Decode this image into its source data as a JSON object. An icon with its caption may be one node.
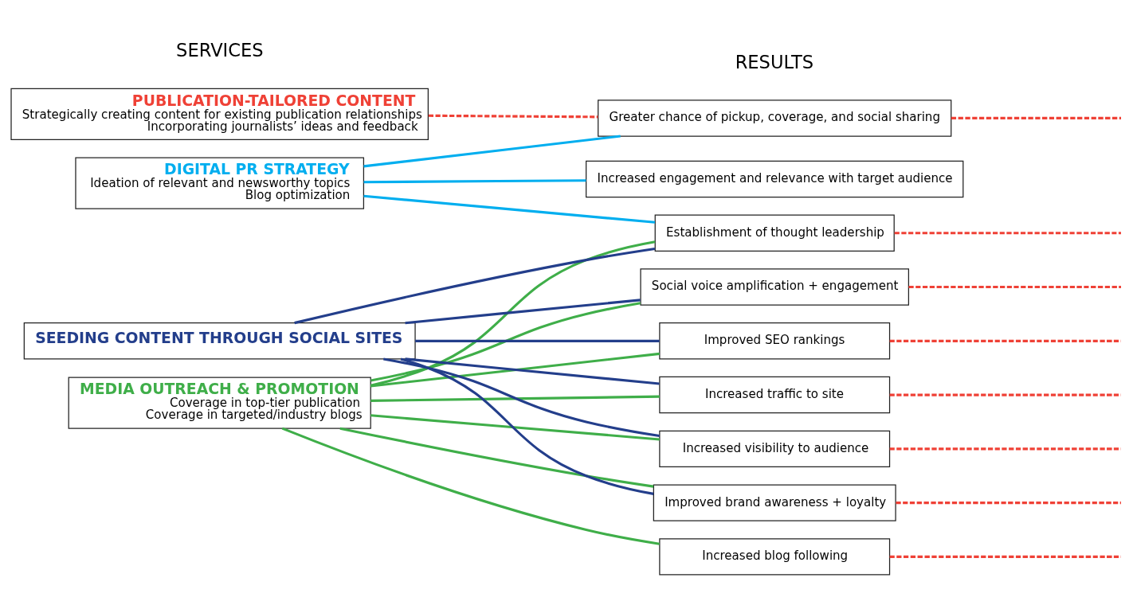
{
  "diagram": {
    "nodes": [
      {
        "text": [
          "DIGITAL PR STRATEGY",
          "Ideation of relevant and newsworthy topics",
          "Blog optimization"
        ]
      },
      {
        "text": [
          "MEDIA OUTREACH & PROMOTION",
          "Coverage in top-tier publication",
          "Coverage in targeted/industry blogs"
        ]
      },
      {
        "text": [
          "SEEDING CONTENT THROUGH SOCIAL SITES"
        ]
      },
      {
        "text": [
          "PUBLICATION-TAILORED CONTENT",
          "Strategically creating content for existing publication relationships",
          "Incorporating journalists’ ideas and feedback"
        ]
      },
      {
        "text": [
          "Greater chance of pickup, coverage, and social sharing"
        ]
      },
      {
        "text": [
          "Increased engagement and relevance with target audience"
        ]
      },
      {
        "text": [
          "Establishment of thought leadership"
        ]
      },
      {
        "text": [
          "Increased traffic to site"
        ]
      },
      {
        "text": [
          "Increased visibility to audience"
        ]
      },
      {
        "text": [
          "Improved brand awareness + loyalty"
        ]
      },
      {
        "text": [
          "Social voice amplification + engagement"
        ]
      },
      {
        "text": [
          "Increased blog following"
        ]
      },
      {
        "text": [
          "Improved SEO rankings"
        ]
      }
    ],
    "edges": [
      {
        "from": 0,
        "to": 4,
        "arrow": "none",
        "color": "#00aeef"
      },
      {
        "from": 0,
        "to": 5,
        "arrow": "none",
        "color": "#00aeef"
      },
      {
        "from": 0,
        "to": 6,
        "arrow": "none",
        "color": "#00aeef"
      },
      {
        "from": 1,
        "to": 6,
        "arrow": "none",
        "color": "#3fae49"
      },
      {
        "from": 1,
        "to": 7,
        "arrow": "none",
        "color": "#3fae49"
      },
      {
        "from": 1,
        "to": 8,
        "arrow": "none",
        "color": "#3fae49"
      },
      {
        "from": 1,
        "to": 9,
        "arrow": "none",
        "color": "#3fae49"
      },
      {
        "from": 1,
        "to": 10,
        "arrow": "none",
        "color": "#3fae49"
      },
      {
        "from": 1,
        "to": 11,
        "arrow": "none",
        "color": "#3fae49"
      },
      {
        "from": 1,
        "to": 12,
        "arrow": "none",
        "color": "#3fae49"
      },
      {
        "from": 2,
        "to": 6,
        "arrow": "none",
        "color": "#233e8b"
      },
      {
        "from": 2,
        "to": 7,
        "arrow": "none",
        "color": "#233e8b"
      },
      {
        "from": 2,
        "to": 8,
        "arrow": "none",
        "color": "#233e8b"
      },
      {
        "from": 2,
        "to": 9,
        "arrow": "none",
        "color": "#233e8b"
      },
      {
        "from": 2,
        "to": 10,
        "arrow": "none",
        "color": "#233e8b"
      },
      {
        "from": 2,
        "to": 12,
        "arrow": "none",
        "color": "#233e8b"
      },
      {
        "from": 3,
        "to": 4,
        "arrow": "none",
        "style": "dashed",
        "color": "#ef4136"
      },
      {
        "from": 4,
        "to": null,
        "arrow": "none",
        "style": "dashed",
        "color": "#ef4136"
      },
      {
        "from": 6,
        "to": null,
        "arrow": "none",
        "style": "dashed",
        "color": "#ef4136"
      },
      {
        "from": 7,
        "to": null,
        "arrow": "none",
        "style": "dashed",
        "color": "#ef4136"
      },
      {
        "from": 8,
        "to": null,
        "arrow": "none",
        "style": "dashed",
        "color": "#ef4136"
      },
      {
        "from": 9,
        "to": null,
        "arrow": "none",
        "style": "dashed",
        "color": "#ef4136"
      },
      {
        "from": 10,
        "to": null,
        "arrow": "none",
        "style": "dashed",
        "color": "#ef4136"
      },
      {
        "from": 11,
        "to": null,
        "arrow": "none",
        "style": "dashed",
        "color": "#ef4136"
      },
      {
        "from": 12,
        "to": null,
        "arrow": "none",
        "style": "dashed",
        "color": "#ef4136"
      }
    ],
    "labels": [
      "SERVICES",
      "RESULTS"
    ]
  }
}
